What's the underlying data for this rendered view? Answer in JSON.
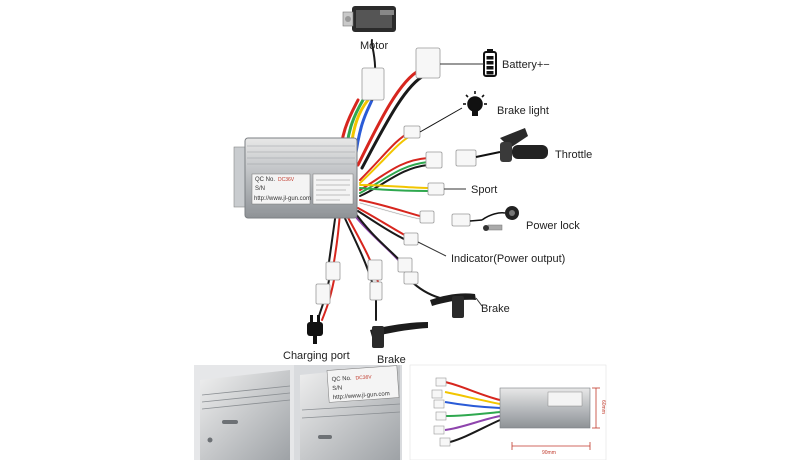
{
  "labels": {
    "motor": "Motor",
    "battery": "Battery+−",
    "brake_light": "Brake light",
    "throttle": "Throttle",
    "sport": "Sport",
    "power_lock": "Power lock",
    "indicator": "Indicator(Power output)",
    "brake_right": "Brake",
    "charging_port": "Charging port",
    "brake_bottom": "Brake"
  },
  "controller_label": {
    "qc": "QC No.",
    "qc_value": "DC36V",
    "sn": "S/N",
    "website": "http://www.jl-gun.com"
  },
  "dimensions": {
    "width": "90mm",
    "height": "60mm"
  },
  "wire_colors": {
    "red": "#d7261e",
    "yellow": "#f2c500",
    "blue": "#2a5bd7",
    "green": "#2fa84f",
    "black": "#1a1a1a",
    "purple": "#8e44ad",
    "white": "#f4f4f4",
    "orange": "#e67e22"
  }
}
